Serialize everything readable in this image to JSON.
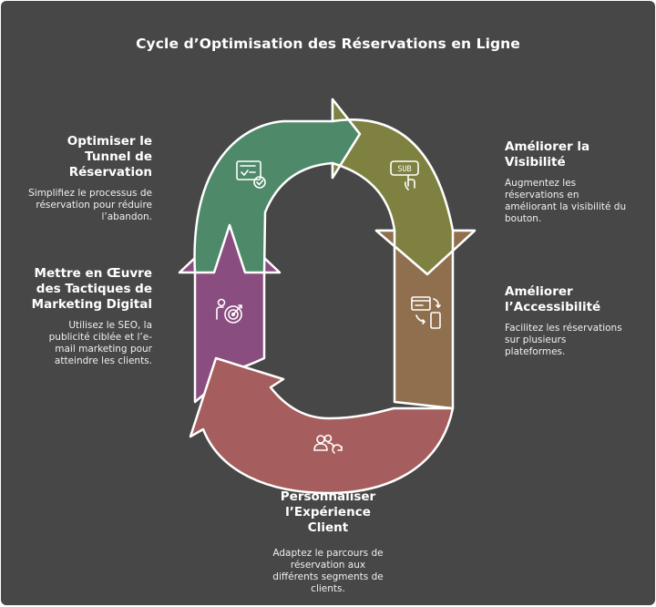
{
  "title": "Cycle d’Optimisation des Réservations en Ligne",
  "steps": {
    "funnel": {
      "title": "Optimiser le Tunnel de Réservation",
      "description": "Simplifiez le processus de réservation pour réduire l’abandon.",
      "icon": "checklist-icon",
      "color": "#4e8a6a"
    },
    "visibility": {
      "title": "Améliorer la Visibilité",
      "description": "Augmentez les réservations en améliorant la visibilité du bouton.",
      "icon": "sub-button-click-icon",
      "color": "#7f8140"
    },
    "accessibility": {
      "title": "Améliorer l’Accessibilité",
      "description": "Facilitez les réservations sur plusieurs plateformes.",
      "icon": "devices-sync-icon",
      "color": "#8f6f4d"
    },
    "personalize": {
      "title": "Personnaliser l’Expérience Client",
      "description": "Adaptez le parcours de réservation aux différents segments de clients.",
      "icon": "users-refresh-icon",
      "color": "#a55e5d"
    },
    "marketing": {
      "title": "Mettre en Œuvre des Tactiques de Marketing Digital",
      "description": "Utilisez le SEO, la publicité ciblée et l’e-mail marketing pour atteindre les clients.",
      "icon": "target-person-icon",
      "color": "#8a4d7f"
    }
  }
}
